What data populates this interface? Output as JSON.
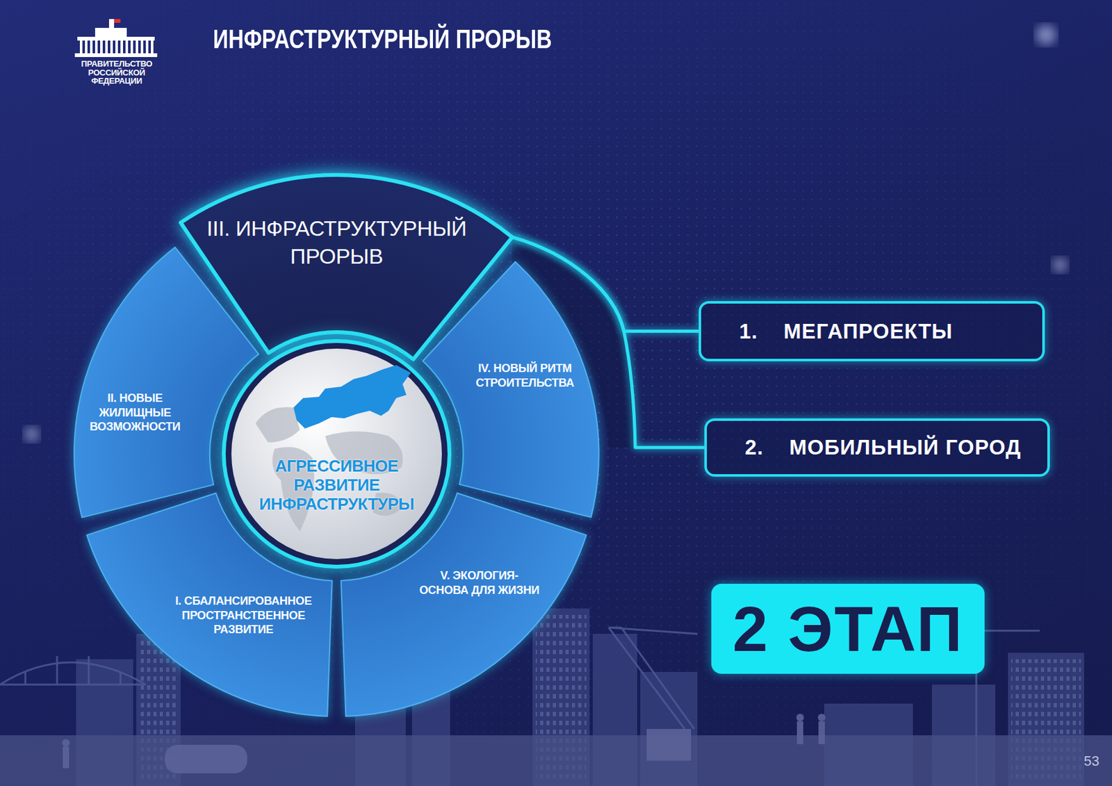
{
  "diagram": {
    "title": "ИНФРАСТРУКТУРНЫЙ ПРОРЫВ",
    "nodes": [
      {
        "text": [
          "III. ИНФРАСТРУКТУРНЫЙ ПРОРЫВ"
        ]
      },
      {
        "text": [
          "II. НОВЫЕ ЖИЛИЩНЫЕ ВОЗМОЖНОСТИ"
        ]
      },
      {
        "text": [
          "IV. НОВЫЙ РИТМ СТРОИТЕЛЬСТВА"
        ]
      },
      {
        "text": [
          "АГРЕССИВНОЕ РАЗВИТИЕ ИНФРАСТРУКТУРЫ"
        ]
      },
      {
        "text": [
          "V. ЭКОЛОГИЯ- ОСНОВА ДЛЯ ЖИЗНИ"
        ]
      },
      {
        "text": [
          "I. СБАЛАНСИРОВАННОЕ ПРОСТРАНСТВЕННОЕ РАЗВИТИЕ"
        ]
      },
      {
        "text": [
          "1.",
          "МЕГАПРОЕКТЫ"
        ]
      },
      {
        "text": [
          "2.",
          "МОБИЛЬНЫЙ ГОРОД"
        ]
      },
      {
        "text": [
          "2 ЭТАП"
        ]
      }
    ],
    "edges": [
      {
        "from": 0,
        "to": 6,
        "arrow": "none"
      },
      {
        "from": 0,
        "to": 7,
        "arrow": "none"
      }
    ],
    "labels": [
      "ПРАВИТЕЛЬСТВО РОССИЙСКОЙ ФЕДЕРАЦИИ",
      "53"
    ]
  }
}
